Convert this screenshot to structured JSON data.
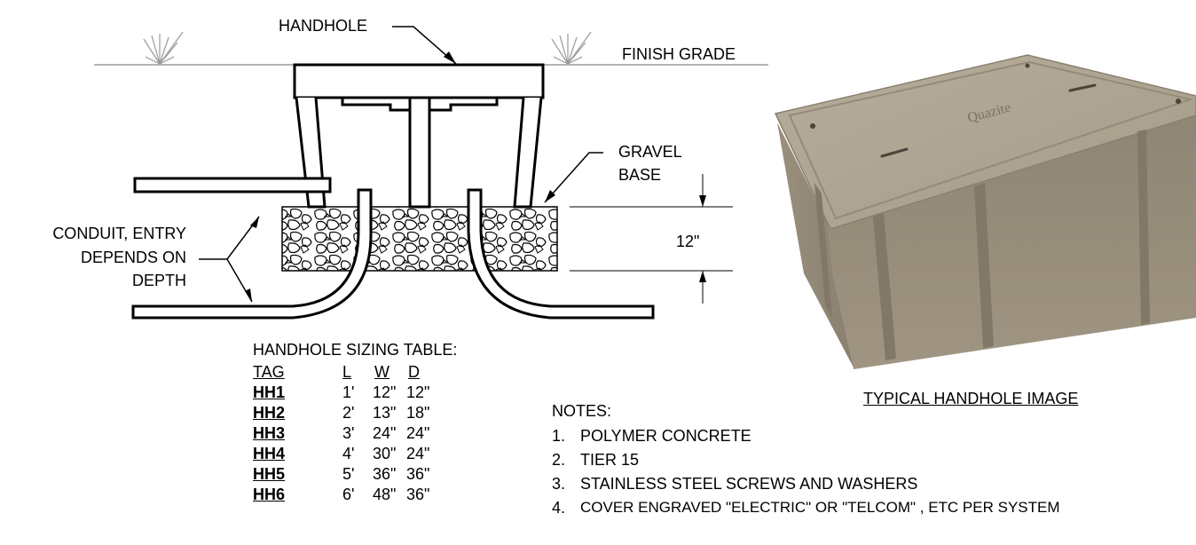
{
  "labels": {
    "handhole": "HANDHOLE",
    "finish_grade": "FINISH GRADE",
    "gravel_base_line1": "GRAVEL",
    "gravel_base_line2": "BASE",
    "depth": "12\"",
    "conduit_line1": "CONDUIT, ENTRY",
    "conduit_line2": "DEPENDS ON",
    "conduit_line3": "DEPTH",
    "image_caption": "TYPICAL HANDHOLE IMAGE"
  },
  "sizing_table": {
    "title": "HANDHOLE SIZING TABLE:",
    "headers": [
      "TAG",
      "L",
      "W",
      "D"
    ],
    "rows": [
      [
        "HH1",
        "1'",
        "12\"",
        "12\""
      ],
      [
        "HH2",
        "2'",
        "13\"",
        "18\""
      ],
      [
        "HH3",
        "3'",
        "24\"",
        "24\""
      ],
      [
        "HH4",
        "4'",
        "30\"",
        "24\""
      ],
      [
        "HH5",
        "5'",
        "36\"",
        "36\""
      ],
      [
        "HH6",
        "6'",
        "48\"",
        "36\""
      ]
    ]
  },
  "notes": {
    "title": "NOTES:",
    "items": [
      {
        "num": "1.",
        "text": "POLYMER CONCRETE"
      },
      {
        "num": "2.",
        "text": "TIER 15"
      },
      {
        "num": "3.",
        "text": "STAINLESS STEEL SCREWS AND WASHERS"
      },
      {
        "num": "4.",
        "text": "COVER ENGRAVED \"ELECTRIC\" OR \"TELCOM\" , ETC PER SYSTEM"
      }
    ]
  },
  "photo": {
    "lid_engraving": "Quazite",
    "box_color": "#a59a88",
    "lid_color": "#b3a898"
  }
}
